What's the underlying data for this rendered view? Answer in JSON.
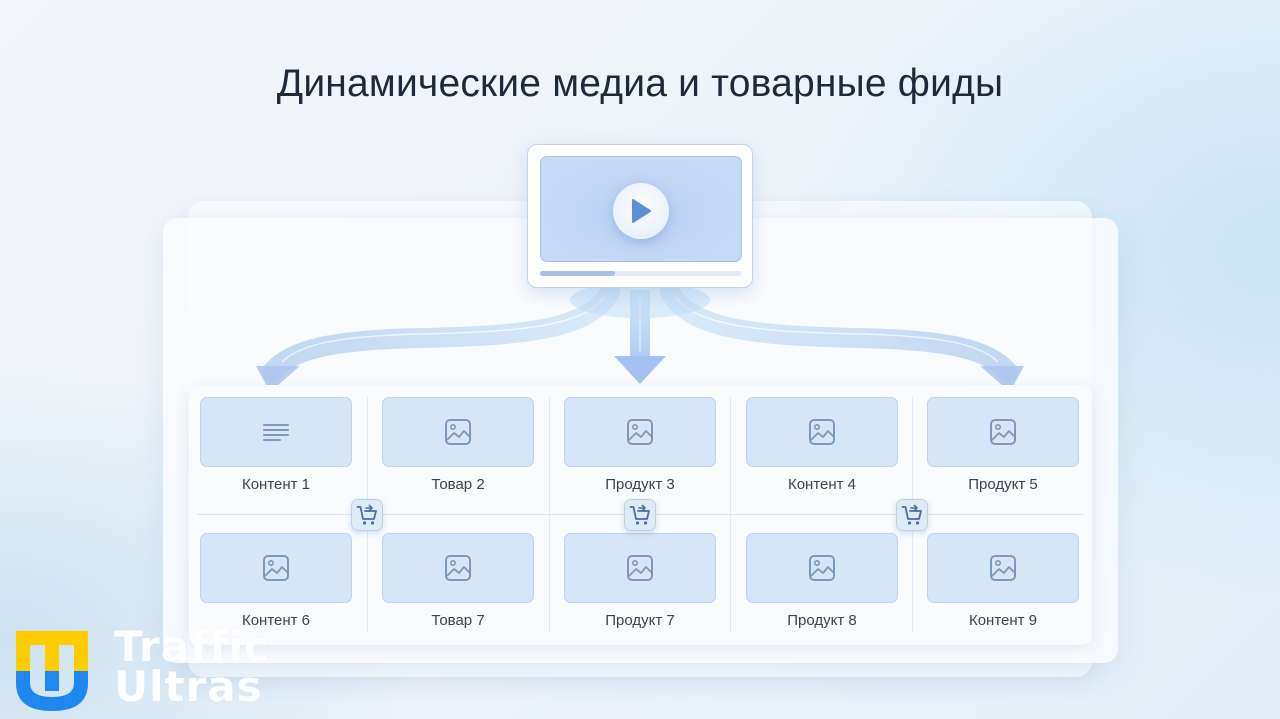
{
  "slide": {
    "title": "Динамические медиа и товарные фиды"
  },
  "video_card": {
    "icon": "play-icon",
    "progress_percent": 37
  },
  "flow": {
    "arrows": [
      "arrow-left-curved",
      "arrow-down-center",
      "arrow-right-curved"
    ]
  },
  "grid": {
    "rows": [
      [
        {
          "label": "Контент 1",
          "icon": "text-lines-icon"
        },
        {
          "label": "Товар 2",
          "icon": "image-icon"
        },
        {
          "label": "Продукт 3",
          "icon": "image-icon"
        },
        {
          "label": "Контент 4",
          "icon": "image-icon"
        },
        {
          "label": "Продукт 5",
          "icon": "image-icon"
        }
      ],
      [
        {
          "label": "Контент 6",
          "icon": "image-icon"
        },
        {
          "label": "Товар 7",
          "icon": "image-icon"
        },
        {
          "label": "Продукт 7",
          "icon": "image-icon"
        },
        {
          "label": "Продукт 8",
          "icon": "image-icon"
        },
        {
          "label": "Контент 9",
          "icon": "image-icon"
        }
      ]
    ],
    "cart_badges": [
      "cart-arrow-icon",
      "cart-arrow-icon",
      "cart-arrow-icon"
    ]
  },
  "logo": {
    "line1": "Traffic",
    "line2": "Ultras",
    "colors": {
      "yellow": "#FFCC00",
      "blue": "#1E88F0"
    }
  },
  "colors": {
    "title": "#1E2A3A",
    "thumb_fill": "#D6E5F7",
    "thumb_border": "#BFD2EA",
    "icon_stroke": "#7E98BC",
    "play_triangle": "#5B8FD6",
    "arrow": "#A9C8F2"
  }
}
